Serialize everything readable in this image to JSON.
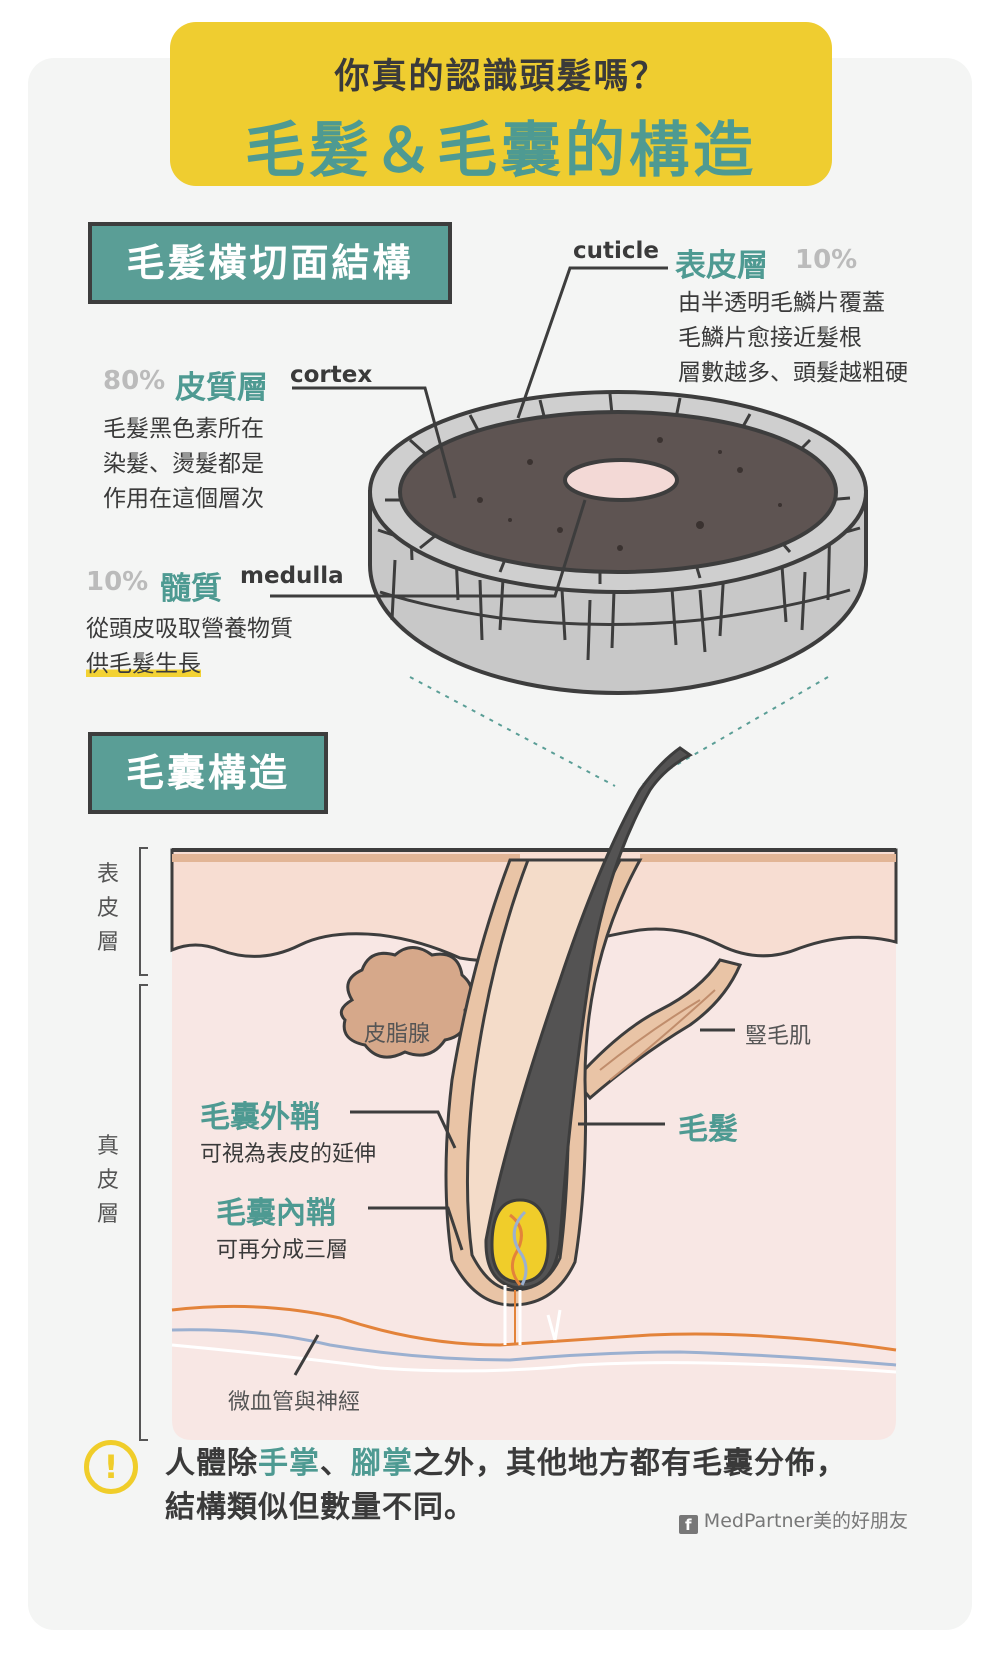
{
  "title": {
    "subtitle": "你真的認識頭髮嗎？",
    "main": "毛髮＆毛囊的構造"
  },
  "sections": {
    "cross_section": "毛髮橫切面結構",
    "follicle": "毛囊構造"
  },
  "cuticle": {
    "en": "cuticle",
    "zh": "表皮層",
    "pct": "10%",
    "desc": [
      "由半透明毛鱗片覆蓋",
      "毛鱗片愈接近髮根",
      "層數越多、頭髮越粗硬"
    ]
  },
  "cortex": {
    "pct": "80%",
    "zh": "皮質層",
    "en": "cortex",
    "desc": [
      "毛髮黑色素所在",
      "染髮、燙髮都是",
      "作用在這個層次"
    ]
  },
  "medulla": {
    "pct": "10%",
    "zh": "髓質",
    "en": "medulla",
    "desc": [
      "從頭皮吸取營養物質",
      "供毛髮生長"
    ]
  },
  "layers": {
    "epidermis": [
      "表",
      "皮",
      "層"
    ],
    "dermis": [
      "真",
      "皮",
      "層"
    ]
  },
  "follicle_labels": {
    "sebaceous": "皮脂腺",
    "arrector": "豎毛肌",
    "hair": "毛髮",
    "outer_sheath": "毛囊外鞘",
    "outer_sheath_desc": "可視為表皮的延伸",
    "inner_sheath": "毛囊內鞘",
    "inner_sheath_desc": "可再分成三層",
    "vessels": "微血管與神經"
  },
  "note": {
    "p1": "人體除",
    "h1": "手掌",
    "p2": "、",
    "h2": "腳掌",
    "p3": "之外，其他地方都有毛囊分佈，",
    "line2": "結構類似但數量不同。"
  },
  "footer": {
    "icon": "f",
    "text": "MedPartner美的好朋友"
  },
  "colors": {
    "yellow": "#efcd30",
    "teal": "#5a9e96",
    "teal_text": "#4e9a92",
    "skin_epidermis": "#f7ddd2",
    "skin_dermis": "#f8e7e4",
    "hair": "#545353",
    "sheath": "#e9c4a6"
  }
}
